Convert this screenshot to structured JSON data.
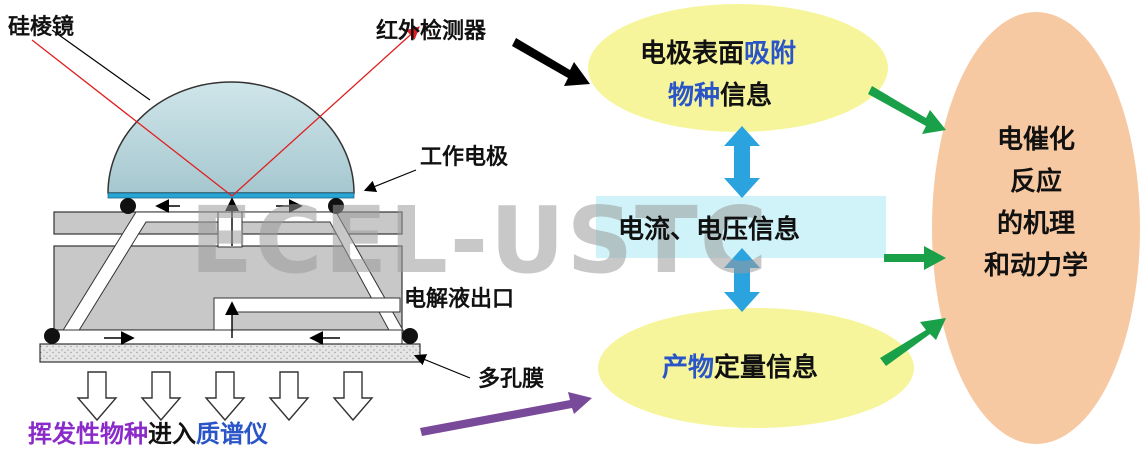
{
  "watermark": "ECEL-USTC",
  "labels": {
    "silicon_prism": "硅棱镜",
    "ir_detector": "红外检测器",
    "working_electrode": "工作电极",
    "electrolyte_outlet": "电解液出口",
    "porous_membrane": "多孔膜"
  },
  "bottom_caption": {
    "part1": "挥发性物种",
    "part2": "进入",
    "part3": "质谱仪"
  },
  "bubbles": {
    "adsorbed": {
      "line1_a": "电极表面",
      "line1_b": "吸附",
      "line2_a": "物种",
      "line2_b": "信息"
    },
    "current": "电流、电压信息",
    "product": {
      "a": "产物",
      "b": "定量信息"
    },
    "mechanism": {
      "line1": "电催化",
      "line2": "反应",
      "line3": "的机理",
      "line4": "和动力学"
    }
  },
  "colors": {
    "blue_text": "#2a55c8",
    "purple_text": "#8a2bc9",
    "bubble_yellow": "#f7f59c",
    "bubble_peach": "#f7c9a2",
    "band_cyan": "#cff3f8",
    "arrow_green": "#1aa048",
    "arrow_purple": "#7a4a9a",
    "arrow_cyan": "#2aa3df",
    "prism_fill": "#b6d5dd",
    "cell_gray": "#c8c8c8"
  }
}
